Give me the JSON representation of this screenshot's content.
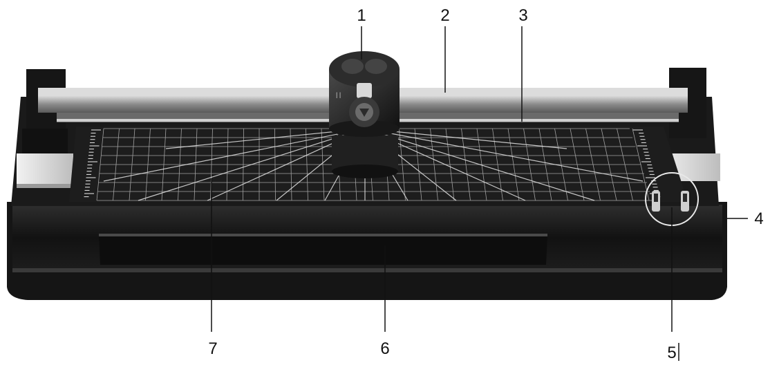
{
  "diagram": {
    "subject": "laminator-with-rotary-paper-trimmer",
    "callouts": [
      {
        "id": "1",
        "label": "1"
      },
      {
        "id": "2",
        "label": "2"
      },
      {
        "id": "3",
        "label": "3"
      },
      {
        "id": "4",
        "label": "4"
      },
      {
        "id": "5",
        "label": "5"
      },
      {
        "id": "6",
        "label": "6"
      },
      {
        "id": "7",
        "label": "7"
      }
    ],
    "colors": {
      "body": "#141414",
      "body_highlight": "#3a3a3a",
      "cutting_mat": "#1c1c1c",
      "grid_lines": "#cfcfcf",
      "rail": "#8c8c8c",
      "silver_parts": "#e2e2e2",
      "callout_line": "#111111"
    }
  }
}
